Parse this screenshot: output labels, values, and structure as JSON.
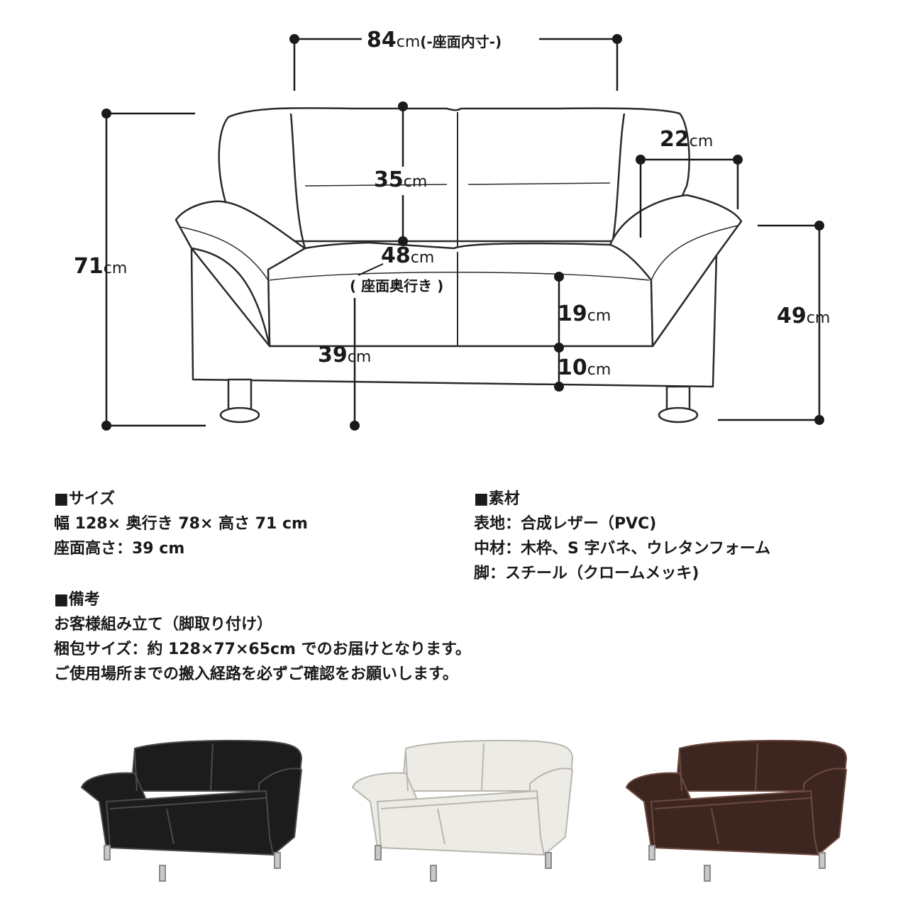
{
  "dimensions": {
    "seat_inner_width": {
      "value": "84",
      "unit": "cm",
      "note": "(-座面内寸-)"
    },
    "total_height": {
      "value": "71",
      "unit": "cm"
    },
    "back_height": {
      "value": "35",
      "unit": "cm"
    },
    "arm_width": {
      "value": "22",
      "unit": "cm"
    },
    "seat_depth": {
      "value": "48",
      "unit": "cm",
      "note": "( 座面奥行き )"
    },
    "arm_height": {
      "value": "49",
      "unit": "cm"
    },
    "seat_cushion": {
      "value": "19",
      "unit": "cm"
    },
    "seat_height": {
      "value": "39",
      "unit": "cm"
    },
    "base": {
      "value": "10",
      "unit": "cm"
    }
  },
  "size_section": {
    "heading": "■サイズ",
    "lines": [
      "幅 128× 奥行き 78× 高さ 71 cm",
      "座面高さ：39 cm"
    ]
  },
  "material_section": {
    "heading": "■素材",
    "lines": [
      "表地：合成レザー（PVC)",
      "中材：木枠、S 字バネ、ウレタンフォーム",
      "脚：スチール（クロームメッキ)"
    ]
  },
  "notes_section": {
    "heading": "■備考",
    "lines": [
      "お客様組み立て（脚取り付け）",
      "梱包サイズ：約 128×77×65cm でのお届けとなります。",
      "ご使用場所までの搬入経路を必ずご確認をお願いします。"
    ]
  },
  "color_variants": [
    {
      "name": "black-sofa",
      "color": "#1c1c1c"
    },
    {
      "name": "white-sofa",
      "color": "#ecebe6"
    },
    {
      "name": "brown-sofa",
      "color": "#3e2620"
    }
  ]
}
